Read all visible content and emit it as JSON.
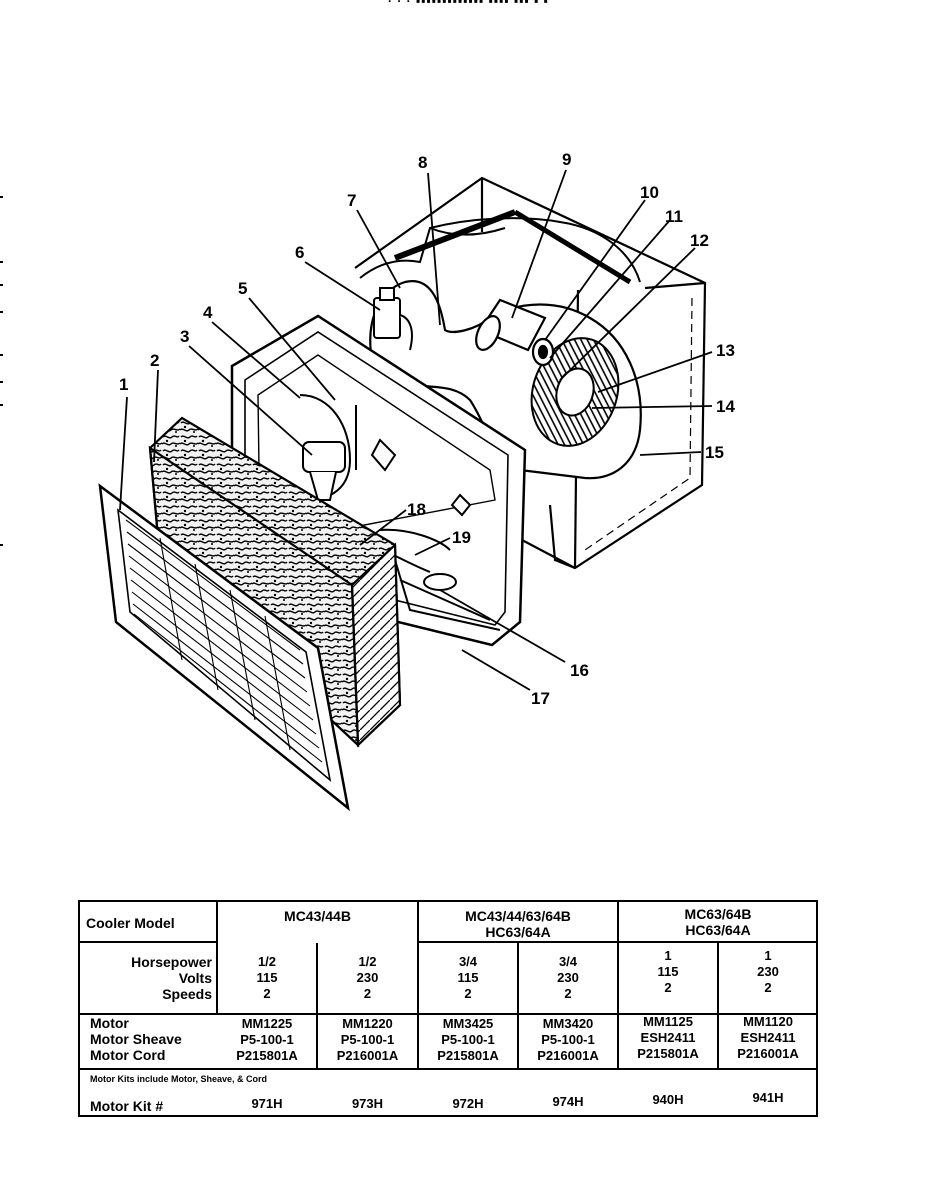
{
  "header_fragment": "·  ·  ·  ▪▪▪▪▪▪▪▪▪▪▪▪▪  ▪▪▪▪  ▪▪▪  ▪  ▪",
  "diagram": {
    "callouts": [
      "1",
      "2",
      "3",
      "4",
      "5",
      "6",
      "7",
      "8",
      "9",
      "10",
      "11",
      "12",
      "13",
      "14",
      "15",
      "16",
      "17",
      "18",
      "19"
    ]
  },
  "table": {
    "cooler_model_label": "Cooler Model",
    "groups": [
      {
        "lines": [
          "MC43/44B"
        ]
      },
      {
        "lines": [
          "MC43/44/63/64B",
          "HC63/64A"
        ]
      },
      {
        "lines": [
          "MC63/64B",
          "HC63/64A"
        ]
      }
    ],
    "spec_labels": [
      "Horsepower",
      "Volts",
      "Speeds"
    ],
    "part_labels": [
      "Motor",
      "Motor Sheave",
      "Motor Cord"
    ],
    "columns": [
      {
        "hp": "1/2",
        "volts": "115",
        "speeds": "2",
        "motor": "MM1225",
        "sheave": "P5-100-1",
        "cord": "P215801A",
        "kit": "971H"
      },
      {
        "hp": "1/2",
        "volts": "230",
        "speeds": "2",
        "motor": "MM1220",
        "sheave": "P5-100-1",
        "cord": "P216001A",
        "kit": "973H"
      },
      {
        "hp": "3/4",
        "volts": "115",
        "speeds": "2",
        "motor": "MM3425",
        "sheave": "P5-100-1",
        "cord": "P215801A",
        "kit": "972H"
      },
      {
        "hp": "3/4",
        "volts": "230",
        "speeds": "2",
        "motor": "MM3420",
        "sheave": "P5-100-1",
        "cord": "P216001A",
        "kit": "974H"
      },
      {
        "hp": "1",
        "volts": "115",
        "speeds": "2",
        "motor": "MM1125",
        "sheave": "ESH2411",
        "cord": "P215801A",
        "kit": "940H"
      },
      {
        "hp": "1",
        "volts": "230",
        "speeds": "2",
        "motor": "MM1120",
        "sheave": "ESH2411",
        "cord": "P216001A",
        "kit": "941H"
      }
    ],
    "note": "Motor Kits include Motor, Sheave, & Cord",
    "kit_label": "Motor Kit #"
  }
}
